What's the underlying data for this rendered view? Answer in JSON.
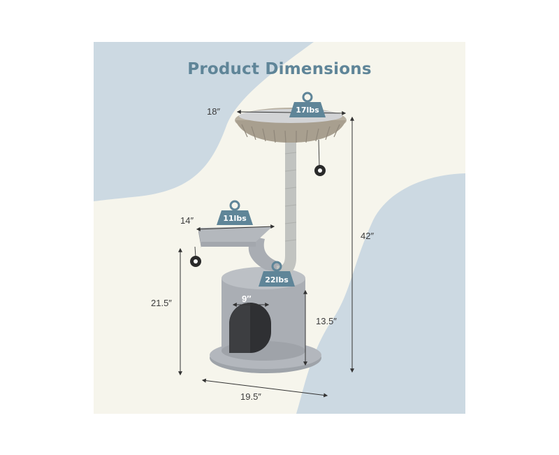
{
  "title": "Product Dimensions",
  "dimensions": {
    "top_width": "18″",
    "platform_width": "14″",
    "total_height": "42″",
    "platform_height": "21.5″",
    "condo_height": "13.5″",
    "door_width": "9″",
    "base_width": "19.5″"
  },
  "weights": {
    "top": "17lbs",
    "platform": "11lbs",
    "condo": "22lbs"
  },
  "colors": {
    "background": "#f6f5ec",
    "blob": "#ccd9e2",
    "accent": "#5f8598",
    "tree_gray": "#a9adb3"
  }
}
